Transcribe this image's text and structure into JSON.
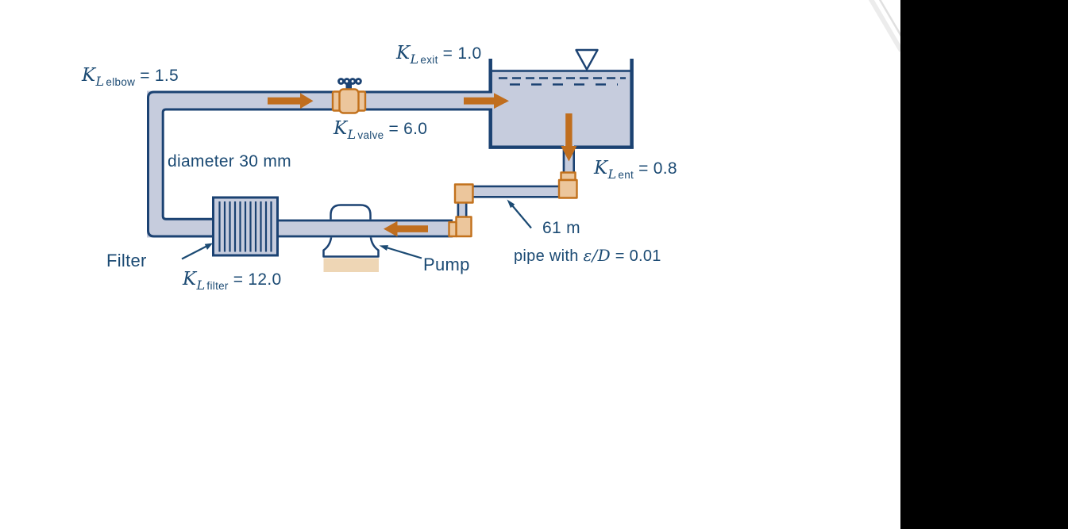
{
  "colors": {
    "background": "#ffffff",
    "panel": "#000000",
    "pipe-fill": "#c6ccdd",
    "navy": "#1b4272",
    "text-navy": "#1b4a73",
    "arrow-orange": "#c06e1e",
    "fitting-fill": "#ecc69c",
    "fitting-stroke": "#c2711c",
    "pump-base": "#eed6b5",
    "stripe": "#ececec"
  },
  "labels": {
    "kl_elbow": {
      "sym": "K",
      "sub_var": "L",
      "sub_text": "elbow",
      "value": "= 1.5"
    },
    "kl_exit": {
      "sym": "K",
      "sub_var": "L",
      "sub_text": "exit",
      "value": "= 1.0"
    },
    "kl_valve": {
      "sym": "K",
      "sub_var": "L",
      "sub_text": "valve",
      "value": "= 6.0"
    },
    "kl_ent": {
      "sym": "K",
      "sub_var": "L",
      "sub_text": "ent",
      "value": "= 0.8"
    },
    "kl_filter": {
      "sym": "K",
      "sub_var": "L",
      "sub_text": "filter",
      "value": "= 12.0"
    },
    "diameter": "diameter 30 mm",
    "pipe_length": "61 m",
    "pipe_roughness": {
      "prefix": "pipe with ",
      "var": "ε/D",
      "value": " = 0.01"
    },
    "filter": "Filter",
    "pump": "Pump"
  }
}
